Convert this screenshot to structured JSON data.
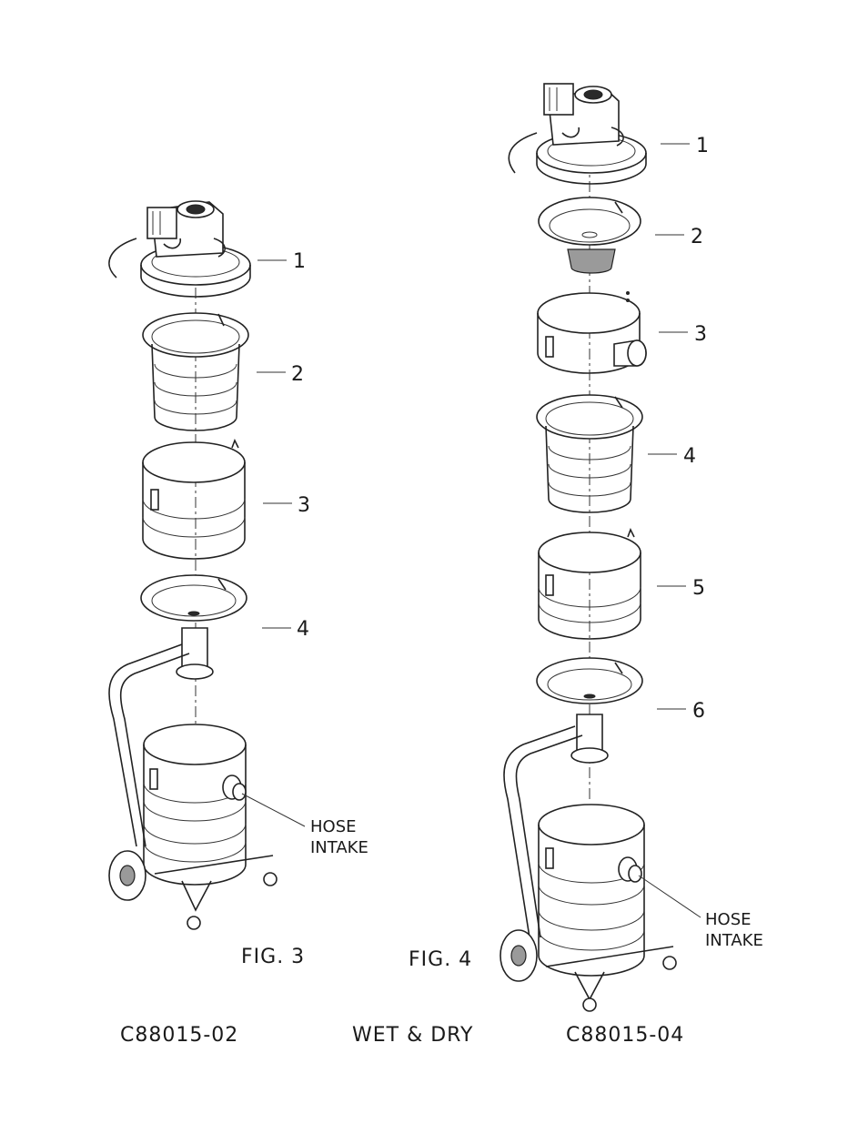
{
  "figures": [
    {
      "id": "fig3",
      "caption": "FIG. 3",
      "part_code": "C88015-02",
      "part_labels": [
        "1",
        "2",
        "3",
        "4"
      ],
      "hose_label": [
        "HOSE",
        "INTAKE"
      ]
    },
    {
      "id": "fig4",
      "caption": "FIG. 4",
      "part_code": "C88015-04",
      "part_labels": [
        "1",
        "2",
        "3",
        "4",
        "5",
        "6"
      ],
      "hose_label": [
        "HOSE",
        "INTAKE"
      ]
    }
  ],
  "footer_title": "WET & DRY"
}
